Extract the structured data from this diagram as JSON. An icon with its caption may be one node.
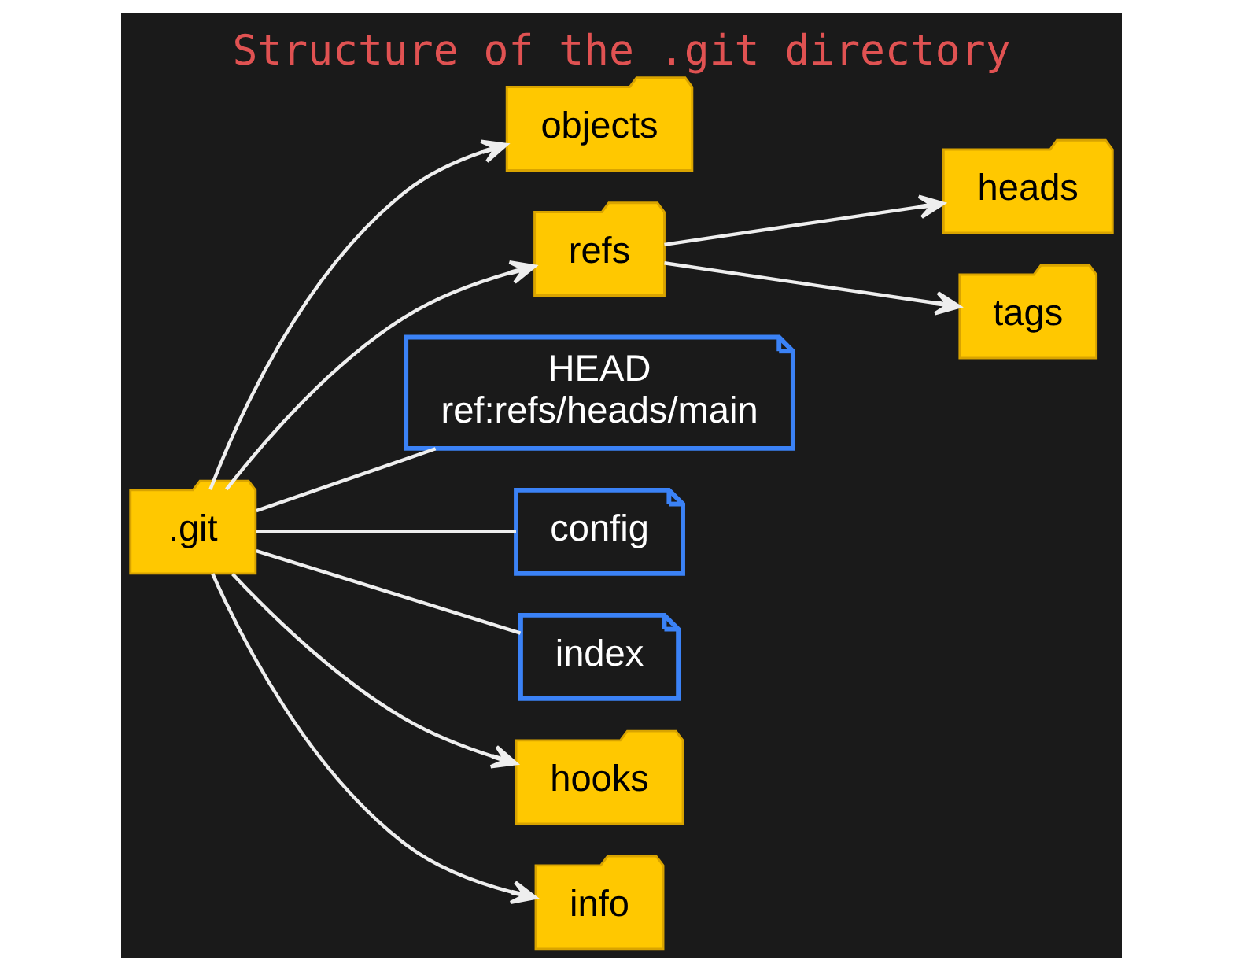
{
  "diagram": {
    "title": "Structure of the .git directory",
    "nodes": [
      {
        "text": [
          ".git"
        ]
      },
      {
        "text": [
          "objects"
        ]
      },
      {
        "text": [
          "refs"
        ]
      },
      {
        "text": [
          "heads"
        ]
      },
      {
        "text": [
          "tags"
        ]
      },
      {
        "text": [
          "HEAD",
          "ref:refs/heads/main"
        ]
      },
      {
        "text": [
          "config"
        ]
      },
      {
        "text": [
          "index"
        ]
      },
      {
        "text": [
          "hooks"
        ]
      },
      {
        "text": [
          "info"
        ]
      }
    ],
    "edges": [
      {
        "from": 0,
        "to": 1,
        "arrow": "to"
      },
      {
        "from": 0,
        "to": 2,
        "arrow": "to"
      },
      {
        "from": 2,
        "to": 3,
        "arrow": "to"
      },
      {
        "from": 2,
        "to": 4,
        "arrow": "to"
      },
      {
        "from": 0,
        "to": 5,
        "arrow": "none"
      },
      {
        "from": 0,
        "to": 6,
        "arrow": "none"
      },
      {
        "from": 0,
        "to": 7,
        "arrow": "none"
      },
      {
        "from": 0,
        "to": 8,
        "arrow": "to"
      },
      {
        "from": 0,
        "to": 9,
        "arrow": "to"
      }
    ]
  }
}
